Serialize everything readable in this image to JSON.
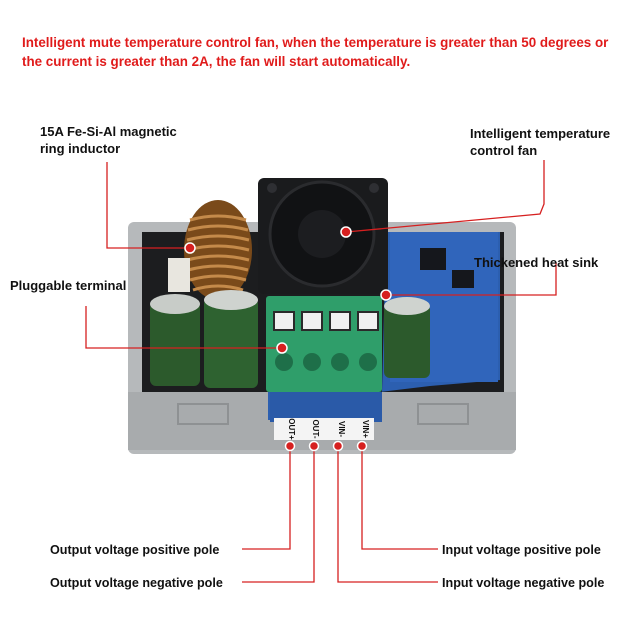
{
  "caption": "Intelligent mute temperature control fan, when the temperature is greater than 50 degrees or the current is greater than 2A, the fan will start automatically.",
  "labels": {
    "inductor_line1": "15A Fe-Si-Al magnetic",
    "inductor_line2": "ring inductor",
    "fan_line1": "Intelligent temperature",
    "fan_line2": "control fan",
    "heat_sink": "Thickened heat sink",
    "terminal": "Pluggable terminal",
    "out_pos": "Output voltage positive pole",
    "out_neg": "Output voltage negative pole",
    "in_pos": "Input voltage positive pole",
    "in_neg": "Input voltage negative pole"
  },
  "terminal_marks": [
    "OUT+",
    "OUT-",
    "VIN-",
    "VIN+"
  ],
  "colors": {
    "caption": "#e01b1b",
    "leader": "#d62020",
    "housing": "#a9acae",
    "pcb": "#2e63b8",
    "terminal": "#2f9e6a"
  }
}
